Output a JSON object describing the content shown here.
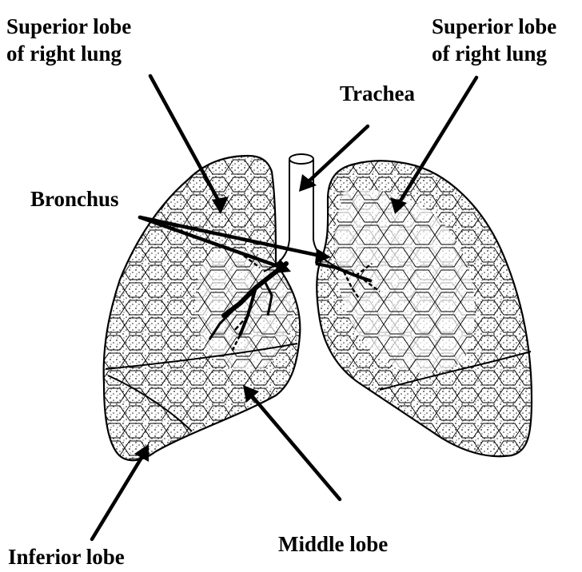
{
  "labels": {
    "superior_left_line1": "Superior lobe",
    "superior_left_line2": "of right lung",
    "superior_right_line1": "Superior lobe",
    "superior_right_line2": "of right lung",
    "trachea": "Trachea",
    "bronchus": "Bronchus",
    "middle_lobe": "Middle lobe",
    "inferior_lobe": "Inferior lobe"
  },
  "colors": {
    "ink": "#000000",
    "background": "#ffffff",
    "stipple": "#222222"
  }
}
